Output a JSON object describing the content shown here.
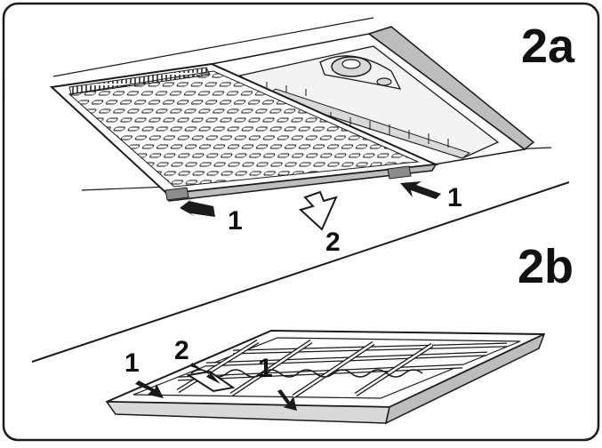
{
  "panel_a": {
    "label": "2a",
    "step_labels": [
      "1",
      "1",
      "2"
    ]
  },
  "panel_b": {
    "label": "2b",
    "step_labels": [
      "1",
      "2",
      "1"
    ]
  },
  "colors": {
    "outline": "#1a1a1a",
    "shade": "#bdbdbd",
    "shade_light": "#d9d9d9",
    "background": "#ffffff"
  }
}
